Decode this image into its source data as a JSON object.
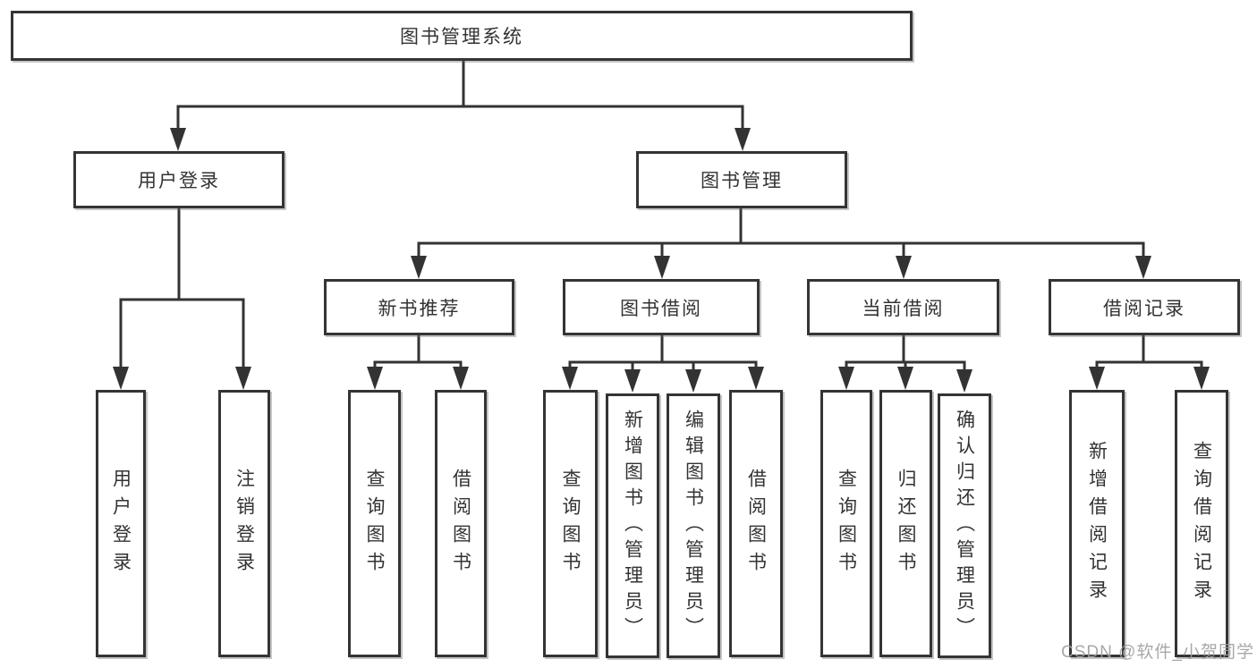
{
  "root": {
    "label": "图书管理系统"
  },
  "branches": [
    {
      "label": "用户登录",
      "children": [
        {
          "label": "用户登录"
        },
        {
          "label": "注销登录"
        }
      ]
    },
    {
      "label": "图书管理",
      "sections": [
        {
          "label": "新书推荐",
          "children": [
            {
              "label": "查询图书"
            },
            {
              "label": "借阅图书"
            }
          ]
        },
        {
          "label": "图书借阅",
          "children": [
            {
              "label": "查询图书"
            },
            {
              "label": "新增图书（管理员）"
            },
            {
              "label": "编辑图书（管理员）"
            },
            {
              "label": "借阅图书"
            }
          ]
        },
        {
          "label": "当前借阅",
          "children": [
            {
              "label": "查询图书"
            },
            {
              "label": "归还图书"
            },
            {
              "label": "确认归还（管理员）"
            }
          ]
        },
        {
          "label": "借阅记录",
          "children": [
            {
              "label": "新增借阅记录"
            },
            {
              "label": "查询借阅记录"
            }
          ]
        }
      ]
    }
  ],
  "watermark": "CSDN @软件_小贺同学",
  "colors": {
    "line": "#333333",
    "border": "#343434",
    "text": "#333333",
    "watermark": "#9e9e9e",
    "background": "#ffffff"
  }
}
